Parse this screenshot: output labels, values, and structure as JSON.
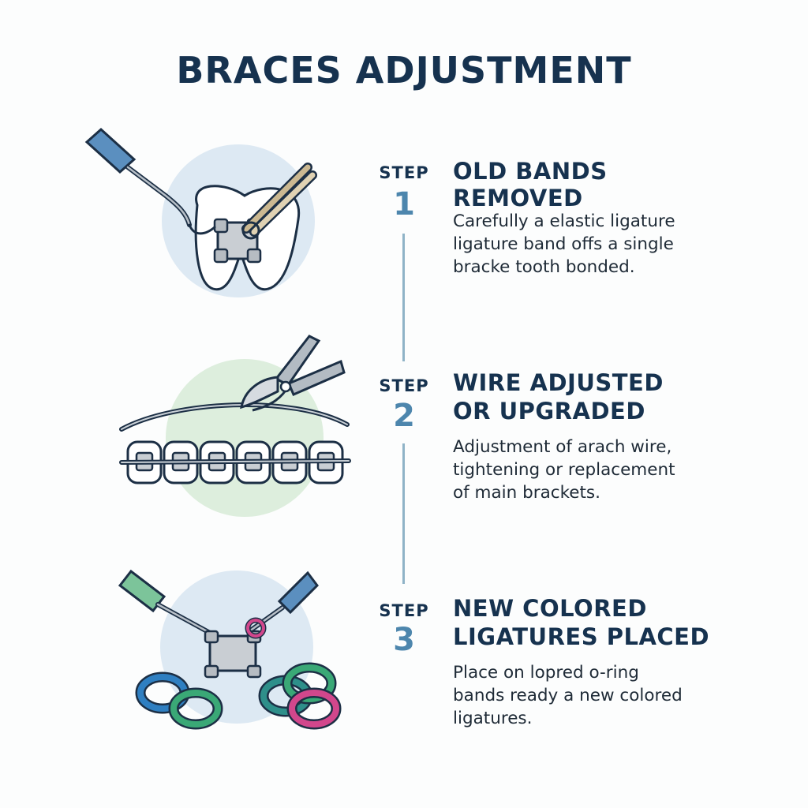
{
  "title": "BRACES ADJUSTMENT",
  "steps": [
    {
      "label": "STEP",
      "number": "1",
      "heading_lines": [
        "OLD BANDS",
        "REMOVED"
      ],
      "desc_lines": [
        "Carefully a elastic ligature",
        "ligature band offs a single",
        "bracke tooth bonded."
      ],
      "icon": "tooth-bracket-tweezers-illustration"
    },
    {
      "label": "STEP",
      "number": "2",
      "heading_lines": [
        "WIRE ADJUSTED",
        "OR UPGRADED"
      ],
      "desc_lines": [
        "Adjustment of arach wire,",
        "tightening or replacement",
        "of main brackets."
      ],
      "icon": "archwire-pliers-illustration"
    },
    {
      "label": "STEP",
      "number": "3",
      "heading_lines": [
        "NEW COLORED",
        "LIGATURES PLACED"
      ],
      "desc_lines": [
        "Place on lopred o-ring",
        "bands ready a new colored",
        "ligatures."
      ],
      "icon": "colored-ligatures-illustration"
    }
  ],
  "colors": {
    "title": "#16324f",
    "step_number": "#4d86ad",
    "timeline": "#8fb3c7",
    "circle_blue": "#dde9f3",
    "circle_green": "#ddeedd",
    "ring_blue": "#2f7fc1",
    "ring_green": "#3aa876",
    "ring_pink": "#d2478c",
    "ring_teal": "#2e8f8a"
  }
}
